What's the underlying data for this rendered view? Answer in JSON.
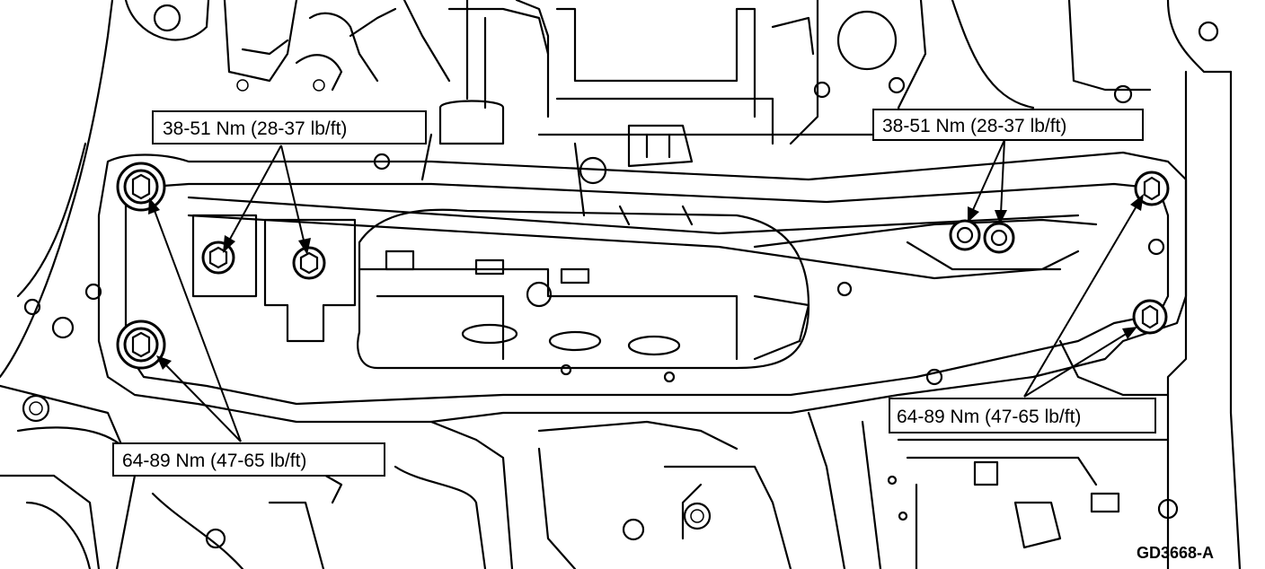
{
  "callouts": {
    "upper_left": "38-51 Nm (28-37 lb/ft)",
    "upper_right": "38-51 Nm (28-37 lb/ft)",
    "lower_left": "64-89 Nm (47-65 lb/ft)",
    "lower_right": "64-89 Nm (47-65 lb/ft)"
  },
  "figure_id": "GD3668-A"
}
